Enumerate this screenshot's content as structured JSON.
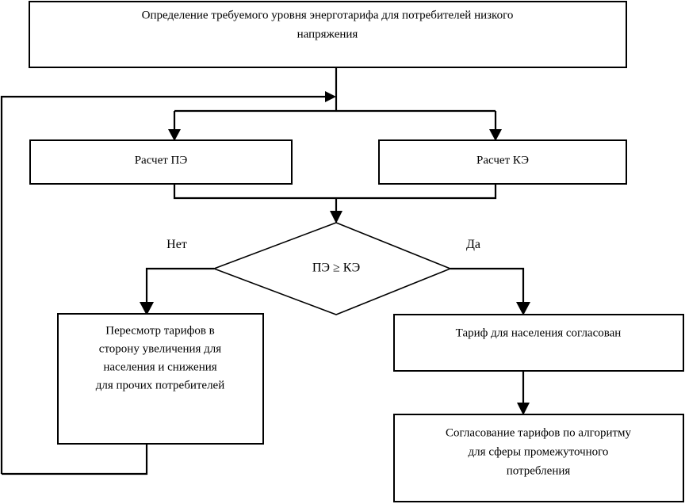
{
  "diagram": {
    "type": "flowchart",
    "language": "ru",
    "background_color": "#ffffff",
    "line_color": "#000000",
    "nodes": [
      {
        "id": "start",
        "shape": "rectangle",
        "lines": [
          "Определение требуемого уровня энерготарифа для потребителей низкого",
          "напряжения"
        ]
      },
      {
        "id": "calc-pe",
        "shape": "rectangle",
        "lines": [
          "Расчет ПЭ"
        ]
      },
      {
        "id": "calc-ke",
        "shape": "rectangle",
        "lines": [
          "Расчет КЭ"
        ]
      },
      {
        "id": "decision",
        "shape": "diamond",
        "lines": [
          "ПЭ ≥ КЭ"
        ]
      },
      {
        "id": "revise-tariffs",
        "shape": "rectangle",
        "lines": [
          "Пересмотр тарифов в",
          "сторону увеличения для",
          "населения и снижения",
          "для прочих потребителей"
        ]
      },
      {
        "id": "tariff-approved",
        "shape": "rectangle",
        "lines": [
          "Тариф для населения согласован"
        ]
      },
      {
        "id": "coordinate-intermediate",
        "shape": "rectangle",
        "lines": [
          "Согласование тарифов по алгоритму",
          "для сферы промежуточного",
          "потребления"
        ]
      }
    ],
    "branch_labels": {
      "no": "Нет",
      "yes": "Да"
    }
  }
}
